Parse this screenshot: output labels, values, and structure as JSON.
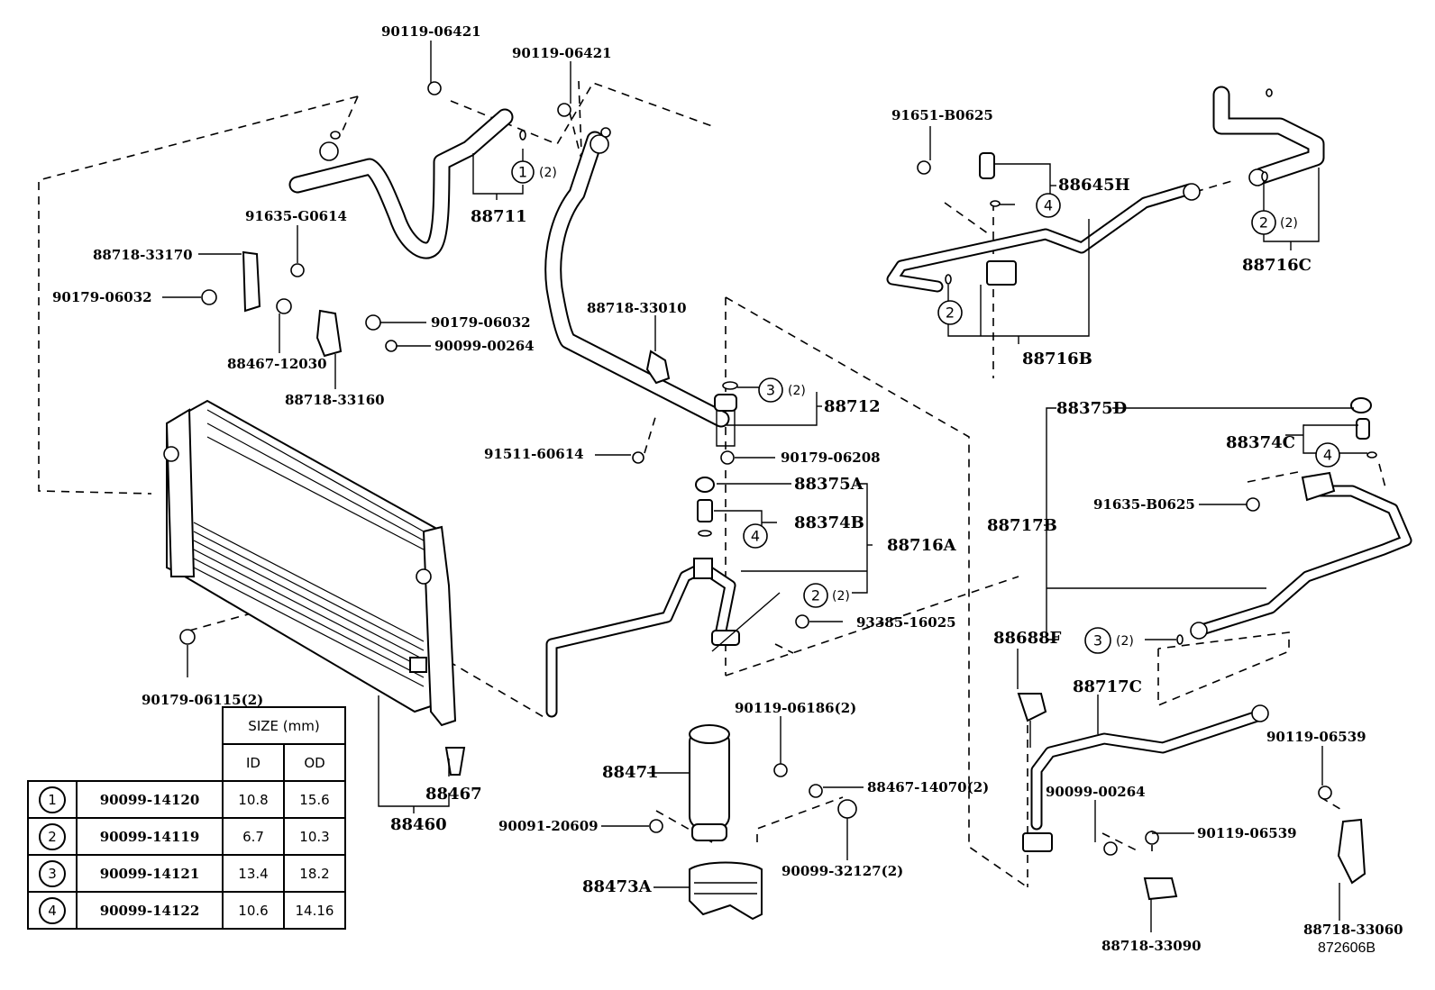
{
  "figure_code": "872606B",
  "labels": {
    "p_90119_06421_a": "90119-06421",
    "p_90119_06421_b": "90119-06421",
    "p_88711": "88711",
    "p_91635_g0614": "91635-G0614",
    "p_88718_33170": "88718-33170",
    "p_90179_06032_a": "90179-06032",
    "p_90179_06032_b": "90179-06032",
    "p_90099_00264_a": "90099-00264",
    "p_88467_12030": "88467-12030",
    "p_88718_33160": "88718-33160",
    "p_88718_33010": "88718-33010",
    "p_88712": "88712",
    "p_91511_60614": "91511-60614",
    "p_90179_06208": "90179-06208",
    "p_88375a": "88375A",
    "p_88374b": "88374B",
    "p_88716a": "88716A",
    "p_93385_16025": "93385-16025",
    "p_90179_06115": "90179-06115(2)",
    "p_88467": "88467",
    "p_88460": "88460",
    "p_90119_06186": "90119-06186(2)",
    "p_88471": "88471",
    "p_88467_14070": "88467-14070(2)",
    "p_90091_20609": "90091-20609",
    "p_90099_32127": "90099-32127(2)",
    "p_88473a": "88473A",
    "p_91651_b0625": "91651-B0625",
    "p_88645h": "88645H",
    "p_88716b": "88716B",
    "p_88716c": "88716C",
    "p_88375d": "88375D",
    "p_88374c": "88374C",
    "p_91635_b0625": "91635-B0625",
    "p_88717b": "88717B",
    "p_88688f": "88688F",
    "p_88717c": "88717C",
    "p_90119_06539_a": "90119-06539",
    "p_90119_06539_b": "90119-06539",
    "p_90099_00264_b": "90099-00264",
    "p_88718_33090": "88718-33090",
    "p_88718_33060": "88718-33060"
  },
  "oring_callouts": {
    "c1": "1",
    "c1_qty": "(2)",
    "c3": "3",
    "c3_qty": "(2)",
    "c4a": "4",
    "c2a": "2",
    "c2a_qty": "(2)",
    "c4b": "4",
    "c2b": "2",
    "c2c": "2",
    "c2c_qty": "(2)",
    "c4c": "4",
    "c3b": "3",
    "c3b_qty": "(2)"
  },
  "size_table": {
    "header": "SIZE (mm)",
    "col_id": "ID",
    "col_od": "OD",
    "rows": [
      {
        "key": "1",
        "part_no": "90099-14120",
        "id": "10.8",
        "od": "15.6"
      },
      {
        "key": "2",
        "part_no": "90099-14119",
        "id": "6.7",
        "od": "10.3"
      },
      {
        "key": "3",
        "part_no": "90099-14121",
        "id": "13.4",
        "od": "18.2"
      },
      {
        "key": "4",
        "part_no": "90099-14122",
        "id": "10.6",
        "od": "14.16"
      }
    ]
  }
}
